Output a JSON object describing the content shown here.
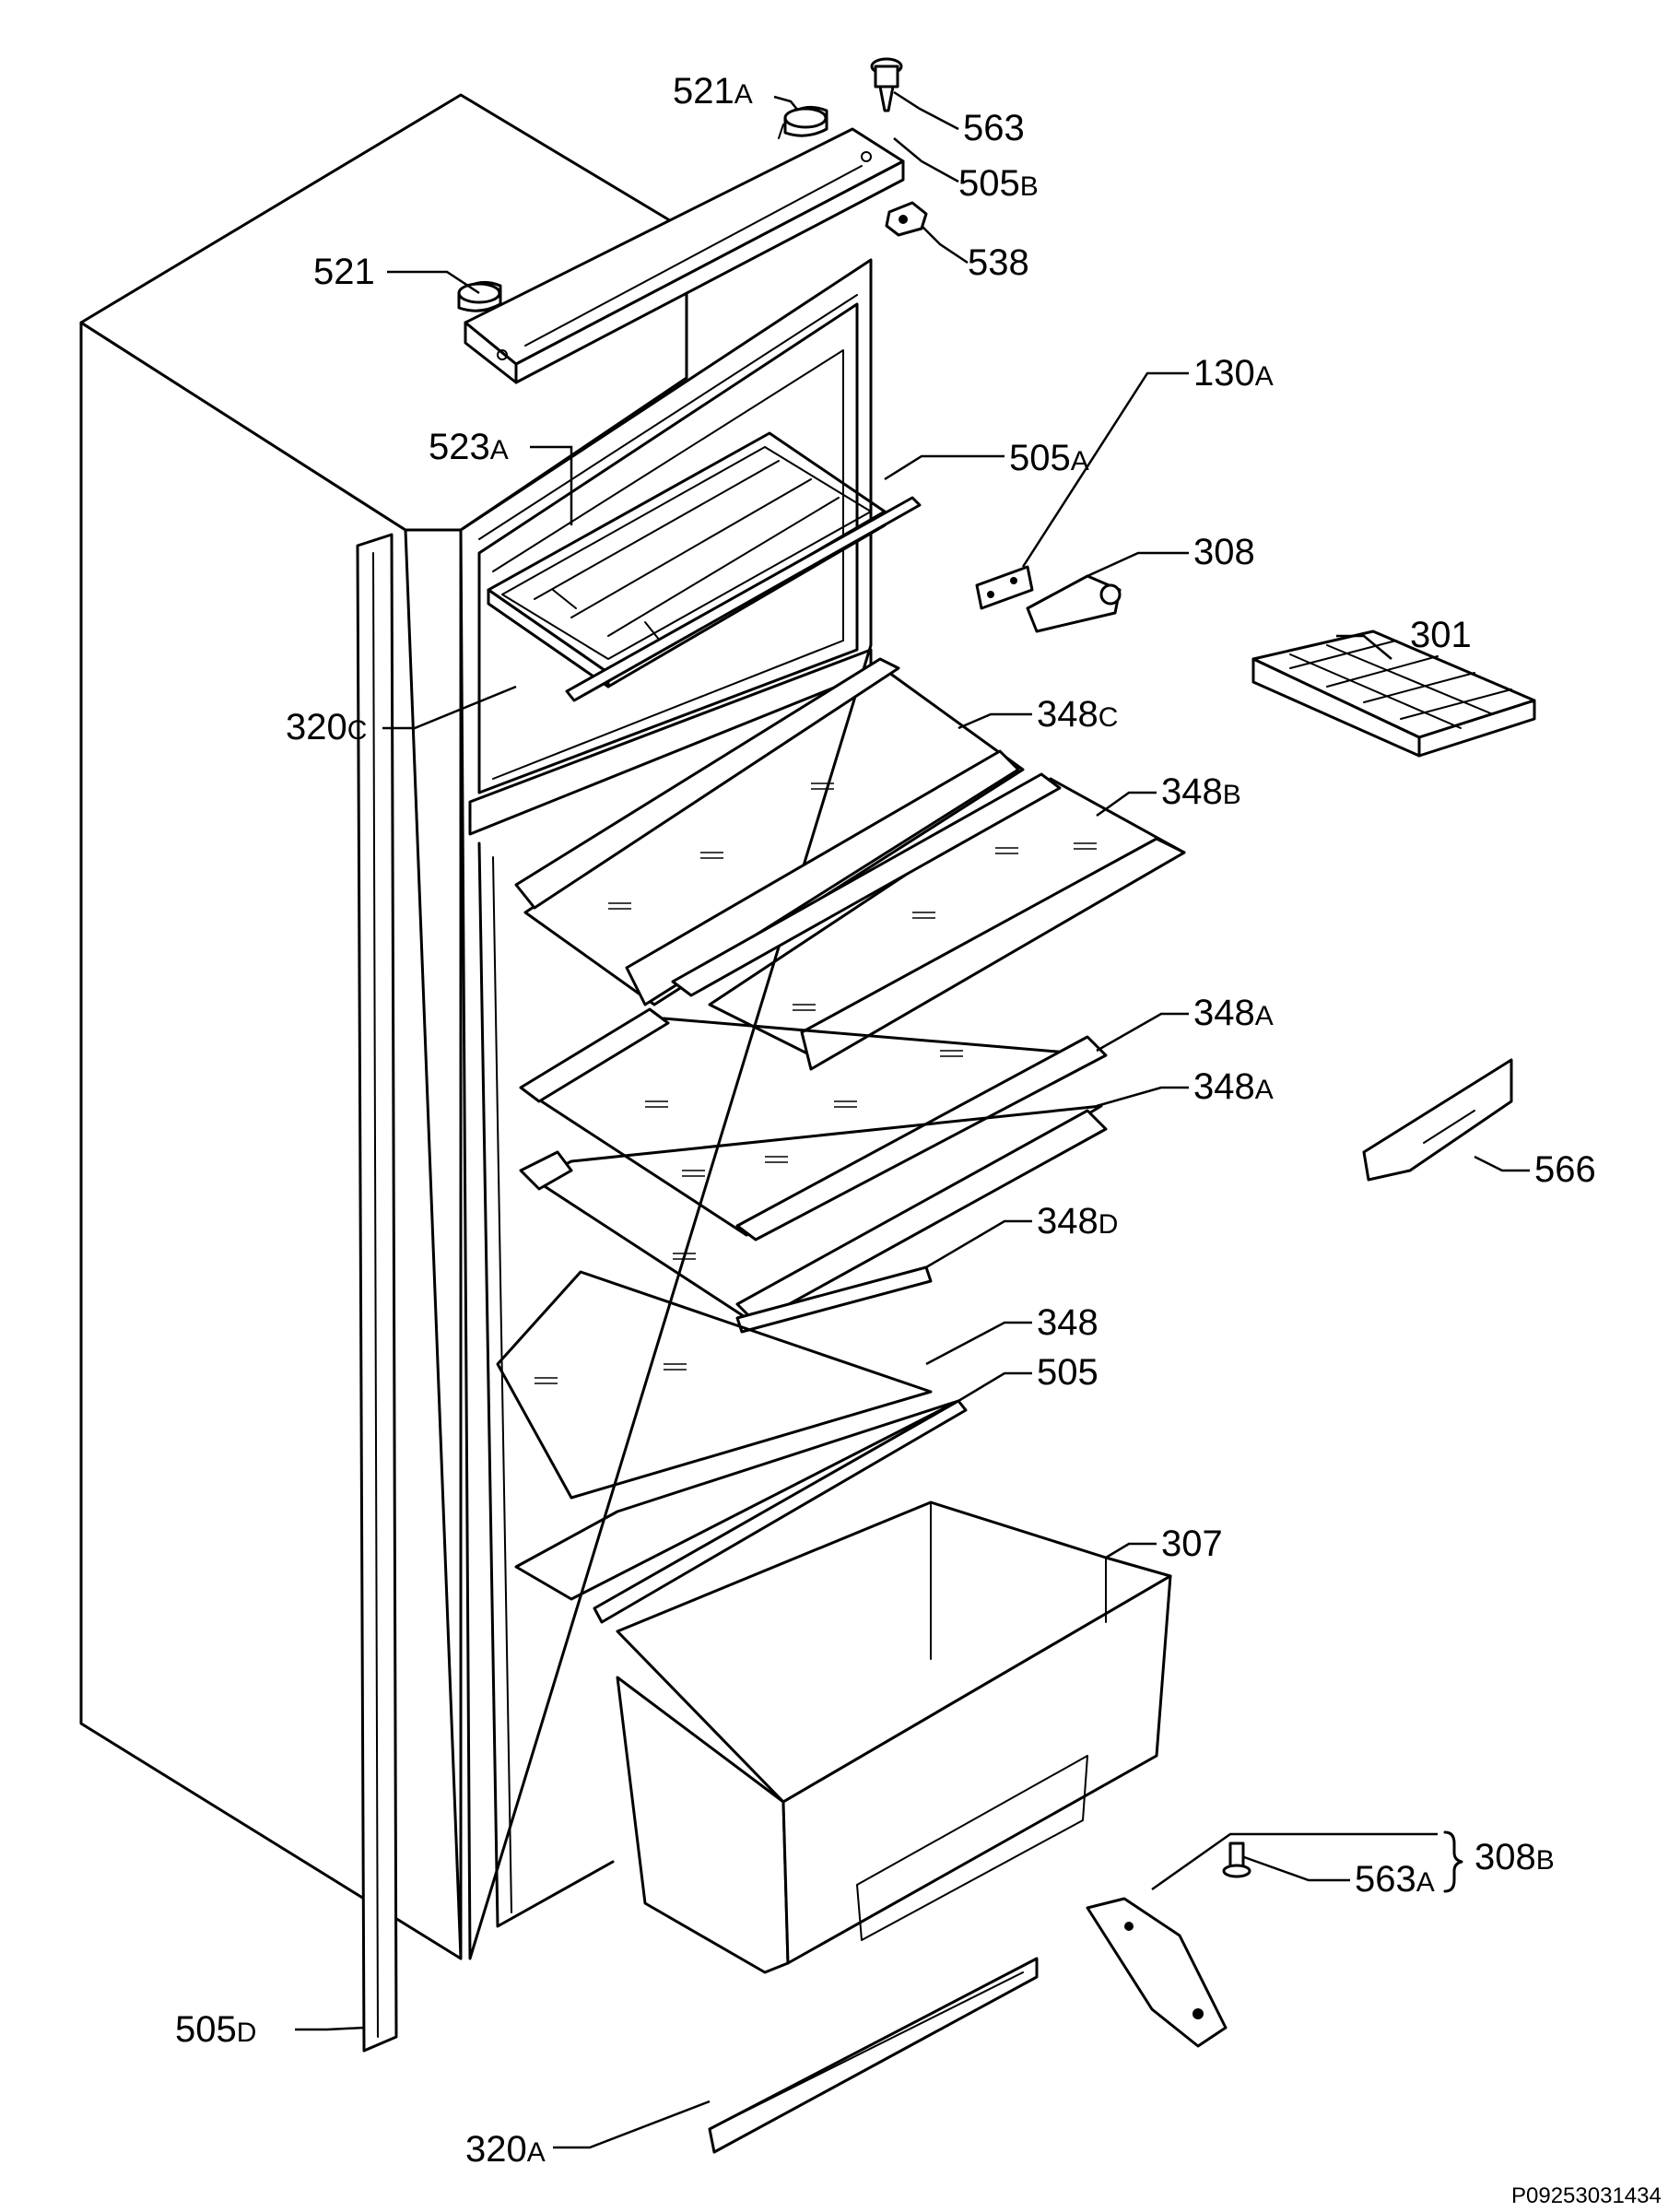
{
  "labels": {
    "l_521a": {
      "num": "521",
      "suffix": "A"
    },
    "l_563": {
      "num": "563",
      "suffix": ""
    },
    "l_505b": {
      "num": "505",
      "suffix": "B"
    },
    "l_538": {
      "num": "538",
      "suffix": ""
    },
    "l_521": {
      "num": "521",
      "suffix": ""
    },
    "l_523a": {
      "num": "523",
      "suffix": "A"
    },
    "l_505a": {
      "num": "505",
      "suffix": "A"
    },
    "l_130a": {
      "num": "130",
      "suffix": "A"
    },
    "l_308": {
      "num": "308",
      "suffix": ""
    },
    "l_301": {
      "num": "301",
      "suffix": ""
    },
    "l_320c": {
      "num": "320",
      "suffix": "C"
    },
    "l_348c": {
      "num": "348",
      "suffix": "C"
    },
    "l_348b": {
      "num": "348",
      "suffix": "B"
    },
    "l_348a_1": {
      "num": "348",
      "suffix": "A"
    },
    "l_348a_2": {
      "num": "348",
      "suffix": "A"
    },
    "l_566": {
      "num": "566",
      "suffix": ""
    },
    "l_348d": {
      "num": "348",
      "suffix": "D"
    },
    "l_348": {
      "num": "348",
      "suffix": ""
    },
    "l_505": {
      "num": "505",
      "suffix": ""
    },
    "l_307": {
      "num": "307",
      "suffix": ""
    },
    "l_563a": {
      "num": "563",
      "suffix": "A"
    },
    "l_308b": {
      "num": "308",
      "suffix": "B"
    },
    "l_505d": {
      "num": "505",
      "suffix": "D"
    },
    "l_320a": {
      "num": "320",
      "suffix": "A"
    }
  },
  "drawing_code": "P09253031434"
}
